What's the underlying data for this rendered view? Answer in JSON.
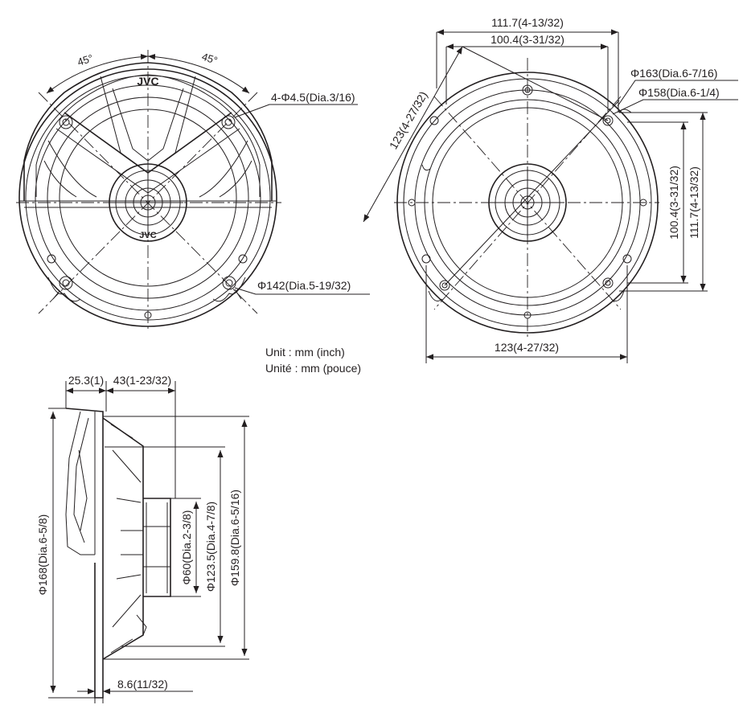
{
  "brand": "JVC",
  "front_view": {
    "angle_left": "45°",
    "angle_right": "45°",
    "mount_holes": "4-Φ4.5(Dia.3/16)",
    "cutout_diameter": "Φ142(Dia.5-19/32)"
  },
  "rear_view": {
    "outer_width": "111.7(4-13/32)",
    "hole_pitch_width": "100.4(3-31/32)",
    "diagonal": "123(4-27/32)",
    "outer_diameter": "Φ163(Dia.6-7/16)",
    "frame_diameter": "Φ158(Dia.6-1/4)",
    "hole_pitch_height": "100.4(3-31/32)",
    "outer_height": "111.7(4-13/32)",
    "bottom_width": "123(4-27/32)"
  },
  "units": {
    "english": "Unit : mm (inch)",
    "french": "Unité : mm (pouce)"
  },
  "side_view": {
    "front_depth": "25.3(1)",
    "mount_depth": "43(1-23/32)",
    "overall_diameter": "Φ168(Dia.6-5/8)",
    "magnet_diameter": "Φ60(Dia.2-3/8)",
    "cone_diameter": "Φ123.5(Dia.4-7/8)",
    "basket_diameter": "Φ159.8(Dia.6-5/16)",
    "flange_thickness": "8.6(11/32)"
  }
}
